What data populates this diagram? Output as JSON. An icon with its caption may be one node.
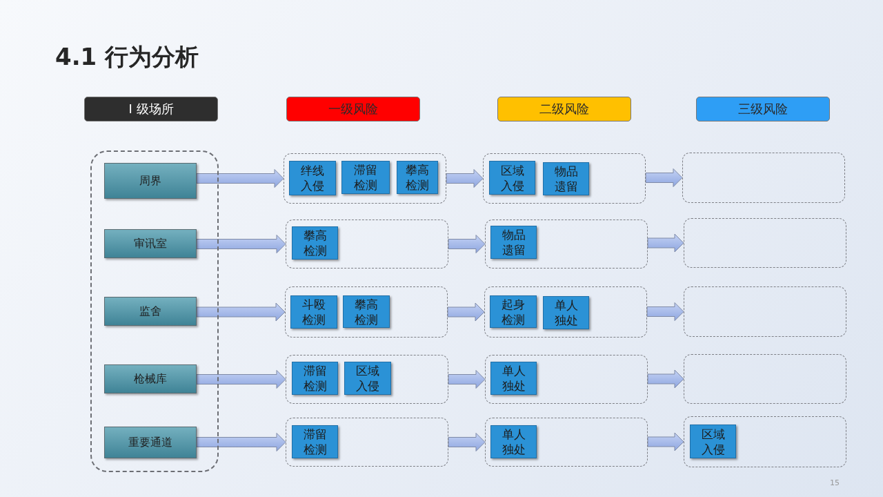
{
  "diagram": {
    "title": "4.1 行为分析",
    "nodes": [
      {
        "text": [
          "I 级场所"
        ]
      },
      {
        "text": [
          "一级风险"
        ]
      },
      {
        "text": [
          "二级风险"
        ]
      },
      {
        "text": [
          "三级风险"
        ]
      },
      {
        "text": [],
        "shape": "box"
      },
      {
        "text": [
          "周界"
        ],
        "in": 4
      },
      {
        "text": [
          "审讯室"
        ],
        "in": 4
      },
      {
        "text": [
          "监舍"
        ],
        "in": 4
      },
      {
        "text": [
          "枪械库"
        ],
        "in": 4
      },
      {
        "text": [
          "重要通道"
        ],
        "in": 4
      },
      {
        "text": [],
        "shape": "box"
      },
      {
        "text": [
          "绊线入侵"
        ],
        "in": 10
      },
      {
        "text": [
          "滞留检测"
        ],
        "in": 10
      },
      {
        "text": [
          "攀高检测"
        ],
        "in": 10
      },
      {
        "text": [],
        "shape": "box"
      },
      {
        "text": [
          "区域入侵"
        ],
        "in": 14
      },
      {
        "text": [
          "物品遗留"
        ],
        "in": 14
      },
      {
        "text": [],
        "shape": "box"
      },
      {
        "text": [],
        "shape": "box"
      },
      {
        "text": [
          "攀高检测"
        ],
        "in": 18
      },
      {
        "text": [],
        "shape": "box"
      },
      {
        "text": [
          "物品遗留"
        ],
        "in": 20
      },
      {
        "text": [],
        "shape": "box"
      },
      {
        "text": [],
        "shape": "box"
      },
      {
        "text": [
          "斗殴检测"
        ],
        "in": 23
      },
      {
        "text": [
          "攀高检测"
        ],
        "in": 23
      },
      {
        "text": [],
        "shape": "box"
      },
      {
        "text": [
          "起身检测"
        ],
        "in": 26
      },
      {
        "text": [
          "单人独处"
        ],
        "in": 26
      },
      {
        "text": [],
        "shape": "box"
      },
      {
        "text": [],
        "shape": "box"
      },
      {
        "text": [
          "滞留检测"
        ],
        "in": 30
      },
      {
        "text": [
          "区域入侵"
        ],
        "in": 30
      },
      {
        "text": [],
        "shape": "box"
      },
      {
        "text": [
          "单人独处"
        ],
        "in": 33
      },
      {
        "text": [],
        "shape": "box"
      },
      {
        "text": [],
        "shape": "box"
      },
      {
        "text": [
          "滞留检测"
        ],
        "in": 36
      },
      {
        "text": [],
        "shape": "box"
      },
      {
        "text": [
          "单人独处"
        ],
        "in": 38
      },
      {
        "text": [],
        "shape": "box"
      },
      {
        "text": [
          "区域入侵"
        ],
        "in": 40
      }
    ],
    "edges": [
      {
        "from": 5,
        "to": 10,
        "arrow": "to"
      },
      {
        "from": 10,
        "to": 14,
        "arrow": "to"
      },
      {
        "from": 14,
        "to": 17,
        "arrow": "to"
      },
      {
        "from": 6,
        "to": 18,
        "arrow": "to"
      },
      {
        "from": 18,
        "to": 20,
        "arrow": "to"
      },
      {
        "from": 20,
        "to": 22,
        "arrow": "to"
      },
      {
        "from": 7,
        "to": 23,
        "arrow": "to"
      },
      {
        "from": 23,
        "to": 26,
        "arrow": "to"
      },
      {
        "from": 26,
        "to": 29,
        "arrow": "to"
      },
      {
        "from": 8,
        "to": 30,
        "arrow": "to"
      },
      {
        "from": 30,
        "to": 33,
        "arrow": "to"
      },
      {
        "from": 33,
        "to": 35,
        "arrow": "to"
      },
      {
        "from": 9,
        "to": 36,
        "arrow": "to"
      },
      {
        "from": 36,
        "to": 38,
        "arrow": "to"
      },
      {
        "from": 38,
        "to": 40,
        "arrow": "to"
      }
    ],
    "labels": [
      "15"
    ]
  }
}
